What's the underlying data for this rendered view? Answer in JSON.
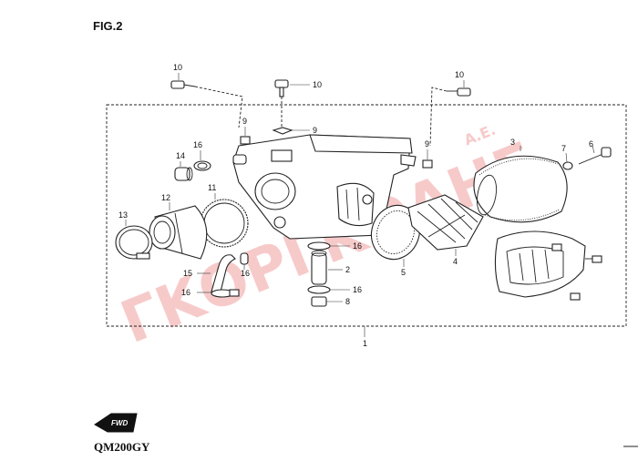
{
  "figure": {
    "title": "FIG.2",
    "model": "QM200GY",
    "fwd_label": "FWD"
  },
  "watermark": {
    "main": "ΓΚΟΡΓΚΟΛΗΣ",
    "suffix": "Α.Ε."
  },
  "callouts": {
    "c1": "1",
    "c2": "2",
    "c3": "3",
    "c4": "4",
    "c5": "5",
    "c6": "6",
    "c7": "7",
    "c8": "8",
    "c9a": "9",
    "c9b": "9",
    "c9c": "9",
    "c10a": "10",
    "c10b": "10",
    "c10c": "10",
    "c11": "11",
    "c12": "12",
    "c13": "13",
    "c14": "14",
    "c15": "15",
    "c16a": "16",
    "c16b": "16",
    "c16c": "16",
    "c16d": "16",
    "c16e": "16"
  },
  "colors": {
    "line": "#222222",
    "watermark": "#f2a0a0",
    "background": "#ffffff"
  }
}
